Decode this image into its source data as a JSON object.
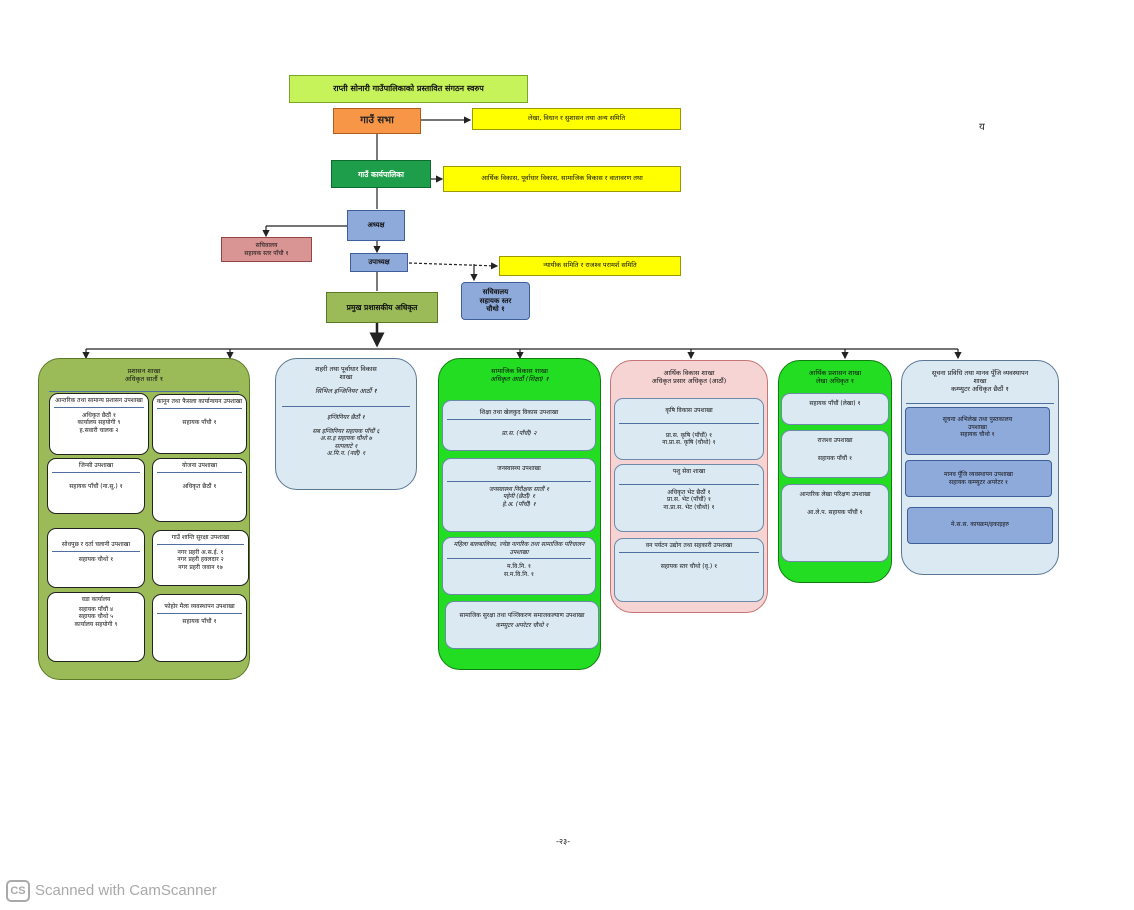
{
  "title": "राप्ती सोनारी गाउँपालिकाको प्रस्तावित संगठन स्वरुप",
  "stray_char": "य",
  "top": {
    "gaun_sabha": "गाउँ सभा",
    "sabha_committee": "लेखा, विधान र सुशासन तथा अन्य समिति",
    "karyapalika": "गाउँ कार्यपालिका",
    "karyapalika_committee": "आर्थिक विकास, पूर्वाधार विकास, सामाजिक विकास र वातावरण तथा",
    "adhyaksha": "अध्यक्ष",
    "secretariat_left_l1": "सचिवालय",
    "secretariat_left_l2": "सहायक स्तर पाँचौ १",
    "upadhyaksha": "उपाध्यक्ष",
    "upadhyaksha_committee": "न्यायीक समिति र राजश्व परामर्श समिति",
    "secretariat_right_l1": "सचिवालय",
    "secretariat_right_l2": "सहायक स्तर",
    "secretariat_right_l3": "चौथो १",
    "cao": "प्रमुख प्रशासकीय अधिकृत"
  },
  "departments": {
    "admin": {
      "title": "प्रशासन शाखा",
      "subtitle": "अधिकृत सातौं १",
      "units": [
        {
          "t": "आन्तरिक तथा सामान्य प्रशासन उपशाखा",
          "b": [
            "अधिकृत छैठौं १",
            "कार्यालय सहयोगी ९",
            "ह.सवारी चालक २"
          ]
        },
        {
          "t": "कानून तथा फैसला कार्यान्वयन उपशाखा",
          "b": [
            "सहायक पाँचौ १"
          ]
        },
        {
          "t": "जिन्सी उपशाखा",
          "b": [
            "सहायक पाँचौं (ना.सु.) १"
          ]
        },
        {
          "t": "योजना उपशाखा",
          "b": [
            "अधिकृत छैठौं १"
          ]
        },
        {
          "t": "सोधपुछ र दर्ता चलानी उपशाखा",
          "b": [
            "सहायक चौथो १"
          ]
        },
        {
          "t": "गाउँ शान्ति सुरक्षा उपशाखा",
          "b": [
            "नगर प्रहरी अ.स.ई. १",
            "नगर प्रहरी हवलदार २",
            "नगर प्रहरी जवान १७"
          ]
        },
        {
          "t": "वडा कार्यालय",
          "b": [
            "सहायक पाँचौं ४",
            "सहायक चौथो ५",
            "कार्यालय सहयोगी ९"
          ]
        },
        {
          "t": "फोहोर मैला व्यवस्थापन उपशाखा",
          "b": [
            "सहायक पाँचौं १"
          ]
        }
      ]
    },
    "urban": {
      "title": "शहरी तथा पूर्वाधार विकास",
      "title2": "शाखा",
      "subtitle": "सिभिल इन्जिनियर आठौं १",
      "body": [
        "इन्जिनियर छैठौं १",
        "सब इन्जिनियर सहायक पाँचौं ६",
        "अ.स.इ सहायक चौथो ७",
        "सापलाटे १",
        "अ.मि.न. (नवौं) १"
      ]
    },
    "social": {
      "title": "सामाजिक विकास शाखा",
      "subtitle": "अधिकृत आठौं (शिक्षा) १",
      "units": [
        {
          "t": "शिक्षा तथा खेलकुद विकास उपशाखा",
          "b": [
            "प्रा.स. (पाँचौं) २"
          ]
        },
        {
          "t": "जनस्वास्थ्य उपशाखा",
          "b": [
            "जनस्वास्थ्य निरीक्षक सातौं १",
            "पहेनी (छैठौं) १",
            "हे.अ. (पाँचौं) १"
          ]
        },
        {
          "t": "महिला बालबालिका, ज्येष्ठ नागरिक तथा सामाजिक परिचालन उपशाखा",
          "b": [
            "म.वि.नि. १",
            "स.म.वि.नि. १"
          ]
        },
        {
          "t": "सामाजिक सुरक्षा तथा पञ्जिकरण समाजकल्याण उपशाखा",
          "b": [
            "कम्प्युटर अपरेटर चौथो १"
          ]
        }
      ]
    },
    "economic": {
      "title": "आर्थिक विकास शाखा",
      "subtitle": "अधिकृत प्रसार अधिकृत (आठौं)",
      "units": [
        {
          "t": "कृषि विकास उपशाखा",
          "b": [
            "प्रा.स. कृषि (पाँचौं) १",
            "ना.प्रा.स. कृषि (चौथो) १"
          ]
        },
        {
          "t": "पशु सेवा शाखा",
          "b": [
            "अधिकृत भेट छैठौं १",
            "प्रा.स. भेट (पाँचौं) १",
            "ना.प्रा.स. भेट (चौथो) १"
          ]
        },
        {
          "t": "वन पर्यटन उद्योग तथा सहकारी उपशाखा",
          "b": [
            "सहायक स्तर चौथो (वृ.) १"
          ]
        }
      ]
    },
    "finance": {
      "title": "आर्थिक प्रशासन शाखा",
      "subtitle": "लेखा अधिकृत १",
      "units": [
        {
          "t": "",
          "b": [
            "सहायक पाँचौं (लेखा) १"
          ]
        },
        {
          "t": "राजश्व उपशाखा",
          "b": [
            "सहायक पाँचौं १"
          ]
        },
        {
          "t": "आन्तरिक लेखा परिक्षण उपशाखा",
          "b": [
            "आ.ले.प. सहायक पाँचौं १"
          ]
        }
      ]
    },
    "it": {
      "title": "सूचना प्रविधि तथा मानव पूँजि व्यवस्थापन",
      "title2": "शाखा",
      "subtitle": "कम्प्युटर अधिकृत छैठौं १",
      "units": [
        {
          "l1": "सूचना अभिलेख तथा पुस्तकालय",
          "l2": "उपशाखा",
          "l3": "सहायक चौथो १"
        },
        {
          "l1": "मानव पूँजि व्यवस्थापन उपशाखा",
          "l2": "सहायक कम्प्युटर अपरेटर १",
          "l3": ""
        },
        {
          "l1": "मे.स.स. कायक्रम/इकाइहरु",
          "l2": "",
          "l3": ""
        }
      ]
    }
  },
  "page_number": "-२३-",
  "watermark": {
    "logo": "CS",
    "text": "Scanned with CamScanner"
  }
}
